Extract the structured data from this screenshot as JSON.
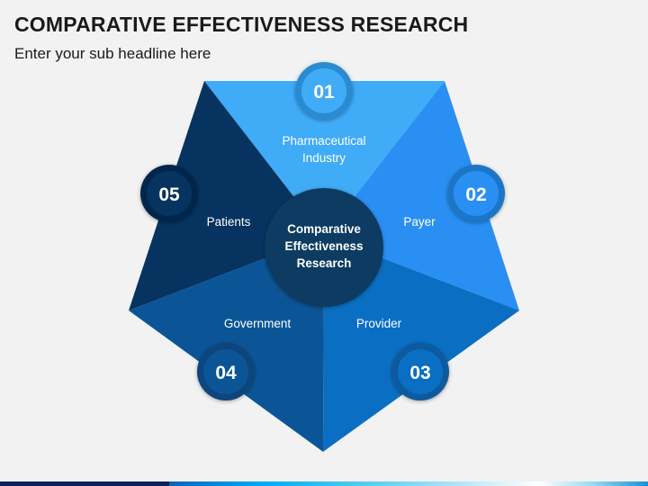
{
  "header": {
    "title": "COMPARATIVE EFFECTIVENESS RESEARCH",
    "subtitle": "Enter your sub headline here"
  },
  "center": {
    "lines": [
      "Comparative",
      "Effectiveness",
      "Research"
    ]
  },
  "segments": [
    {
      "number": "01",
      "label_lines": [
        "Pharmaceutical",
        "Industry"
      ],
      "color": "#40abf7"
    },
    {
      "number": "02",
      "label_lines": [
        "Payer"
      ],
      "color": "#2a8ff2"
    },
    {
      "number": "03",
      "label_lines": [
        "Provider"
      ],
      "color": "#0a6fc2"
    },
    {
      "number": "04",
      "label_lines": [
        "Government"
      ],
      "color": "#0b5597"
    },
    {
      "number": "05",
      "label_lines": [
        "Patients"
      ],
      "color": "#06335f"
    }
  ]
}
